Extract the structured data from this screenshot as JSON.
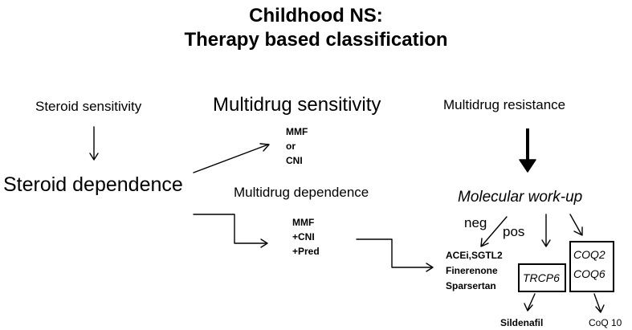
{
  "title": {
    "line1": "Childhood NS:",
    "line2": "Therapy based classification"
  },
  "nodes": {
    "steroid_sensitivity": "Steroid sensitivity",
    "multidrug_sensitivity": "Multidrug sensitivity",
    "multidrug_resistance": "Multidrug resistance",
    "steroid_dependence": "Steroid dependence",
    "multidrug_dependence": "Multidrug dependence",
    "molecular_workup": "Molecular work-up"
  },
  "therapies": {
    "sensitivity_option": [
      "MMF",
      "or",
      "CNI"
    ],
    "dependence_combo": [
      "MMF",
      "+CNI",
      "+Pred"
    ],
    "neg_treatments": [
      "ACEi,SGTL2",
      "Finerenone",
      "Sparsertan"
    ],
    "sildenafil": "Sildenafil",
    "coq10": "CoQ 10"
  },
  "labels": {
    "neg": "neg",
    "pos": "pos"
  },
  "genes": {
    "trcp6": "TRCP6",
    "coq_box": [
      "COQ2",
      "COQ6"
    ]
  }
}
